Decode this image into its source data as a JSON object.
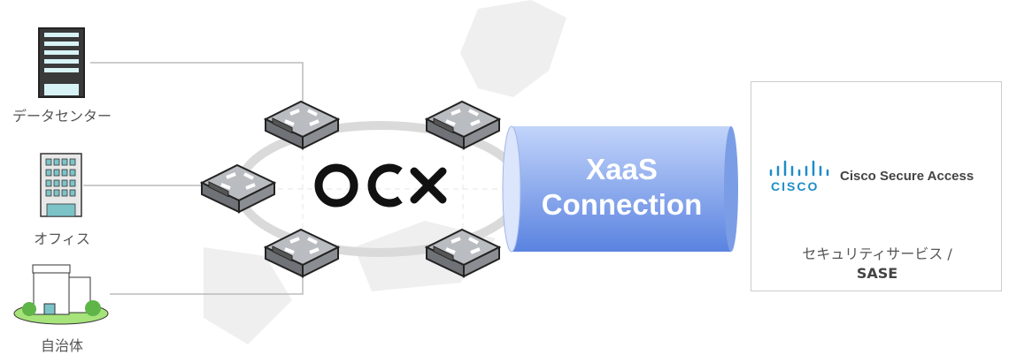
{
  "sites": [
    {
      "label": "データセンター"
    },
    {
      "label": "オフィス"
    },
    {
      "label": "自治体"
    }
  ],
  "logo": {
    "text": "OCX"
  },
  "connection": {
    "line1": "XaaS",
    "line2": "Connection"
  },
  "service_box": {
    "vendor_logo": "CISCO",
    "product": "Cisco Secure Access",
    "category": "セキュリティサービス /",
    "category2": "SASE"
  },
  "colors": {
    "cylinder_top": "#c2d4fa",
    "cylinder_bottom": "#5a83e0",
    "cisco_blue": "#1e8dc8"
  }
}
